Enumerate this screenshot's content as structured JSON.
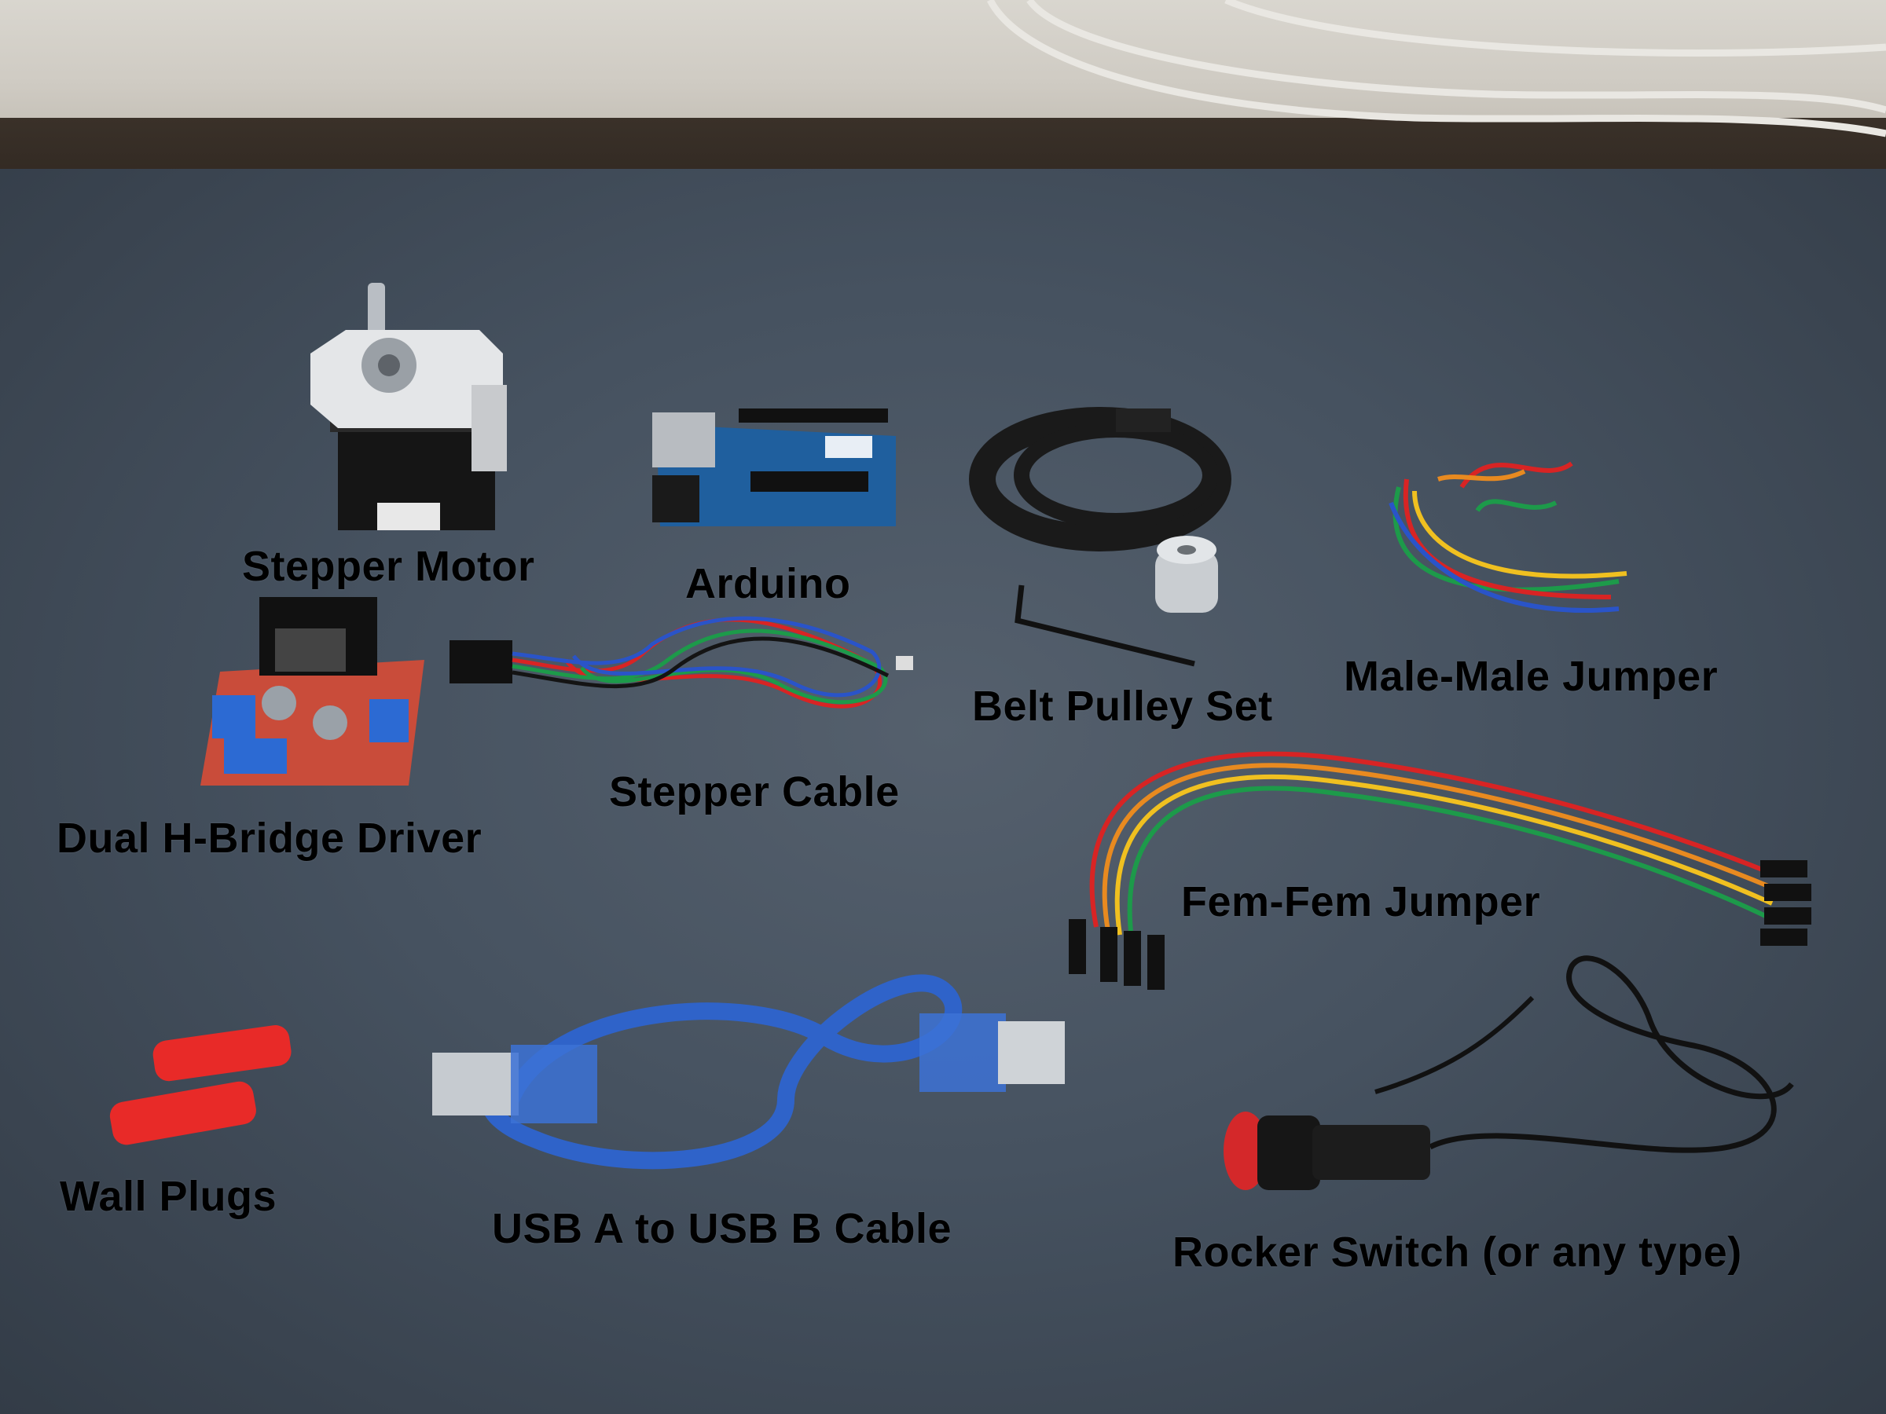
{
  "labels": {
    "stepper_motor": "Stepper Motor",
    "arduino": "Arduino",
    "belt_pulley_set": "Belt Pulley Set",
    "male_male_jumper": "Male-Male Jumper",
    "dual_h_bridge_driver": "Dual H-Bridge Driver",
    "stepper_cable": "Stepper Cable",
    "fem_fem_jumper": "Fem-Fem Jumper",
    "wall_plugs": "Wall Plugs",
    "usb_cable": "USB A to USB B Cable",
    "rocker_switch": "Rocker Switch (or any type)"
  },
  "colors": {
    "board": "#465260",
    "wall": "#d4d0c8",
    "desk": "#2f2720",
    "label_text": "#000000"
  }
}
